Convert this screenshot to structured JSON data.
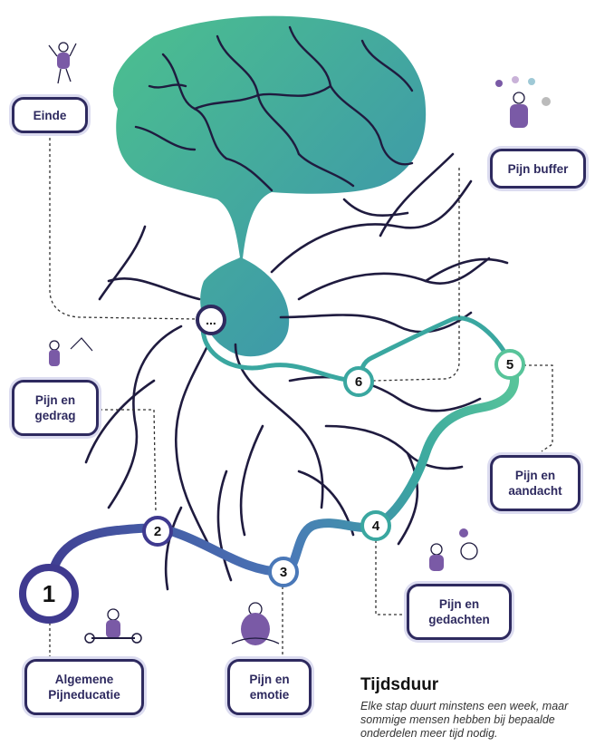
{
  "colors": {
    "ink": "#1f1b3f",
    "label_border": "#2e2a5f",
    "brain_top": "#3a8fb0",
    "brain_bottom": "#4cc08e",
    "path_dark": "#3f3a8f",
    "path_mid": "#4a78b8",
    "path_teal": "#3aa7a0",
    "path_green": "#58c49a",
    "figure_purple": "#7a5aa6"
  },
  "steps": [
    {
      "id": "1",
      "label": "1"
    },
    {
      "id": "2",
      "label": "2"
    },
    {
      "id": "3",
      "label": "3"
    },
    {
      "id": "4",
      "label": "4"
    },
    {
      "id": "5",
      "label": "5"
    },
    {
      "id": "6",
      "label": "6"
    },
    {
      "id": "end",
      "label": "..."
    }
  ],
  "labels": {
    "einde": "Einde",
    "pijn_buffer": "Pijn buffer",
    "pijn_gedrag": "Pijn en\ngedrag",
    "pijn_aandacht": "Pijn en\naandacht",
    "pijn_gedachten": "Pijn en\ngedachten",
    "pijn_emotie": "Pijn en\nemotie",
    "algemene": "Algemene\nPijneducatie"
  },
  "info": {
    "title": "Tijdsduur",
    "text": "Elke stap duurt minstens een week, maar sommige mensen hebben bij bepaalde onderdelen meer tijd nodig."
  }
}
